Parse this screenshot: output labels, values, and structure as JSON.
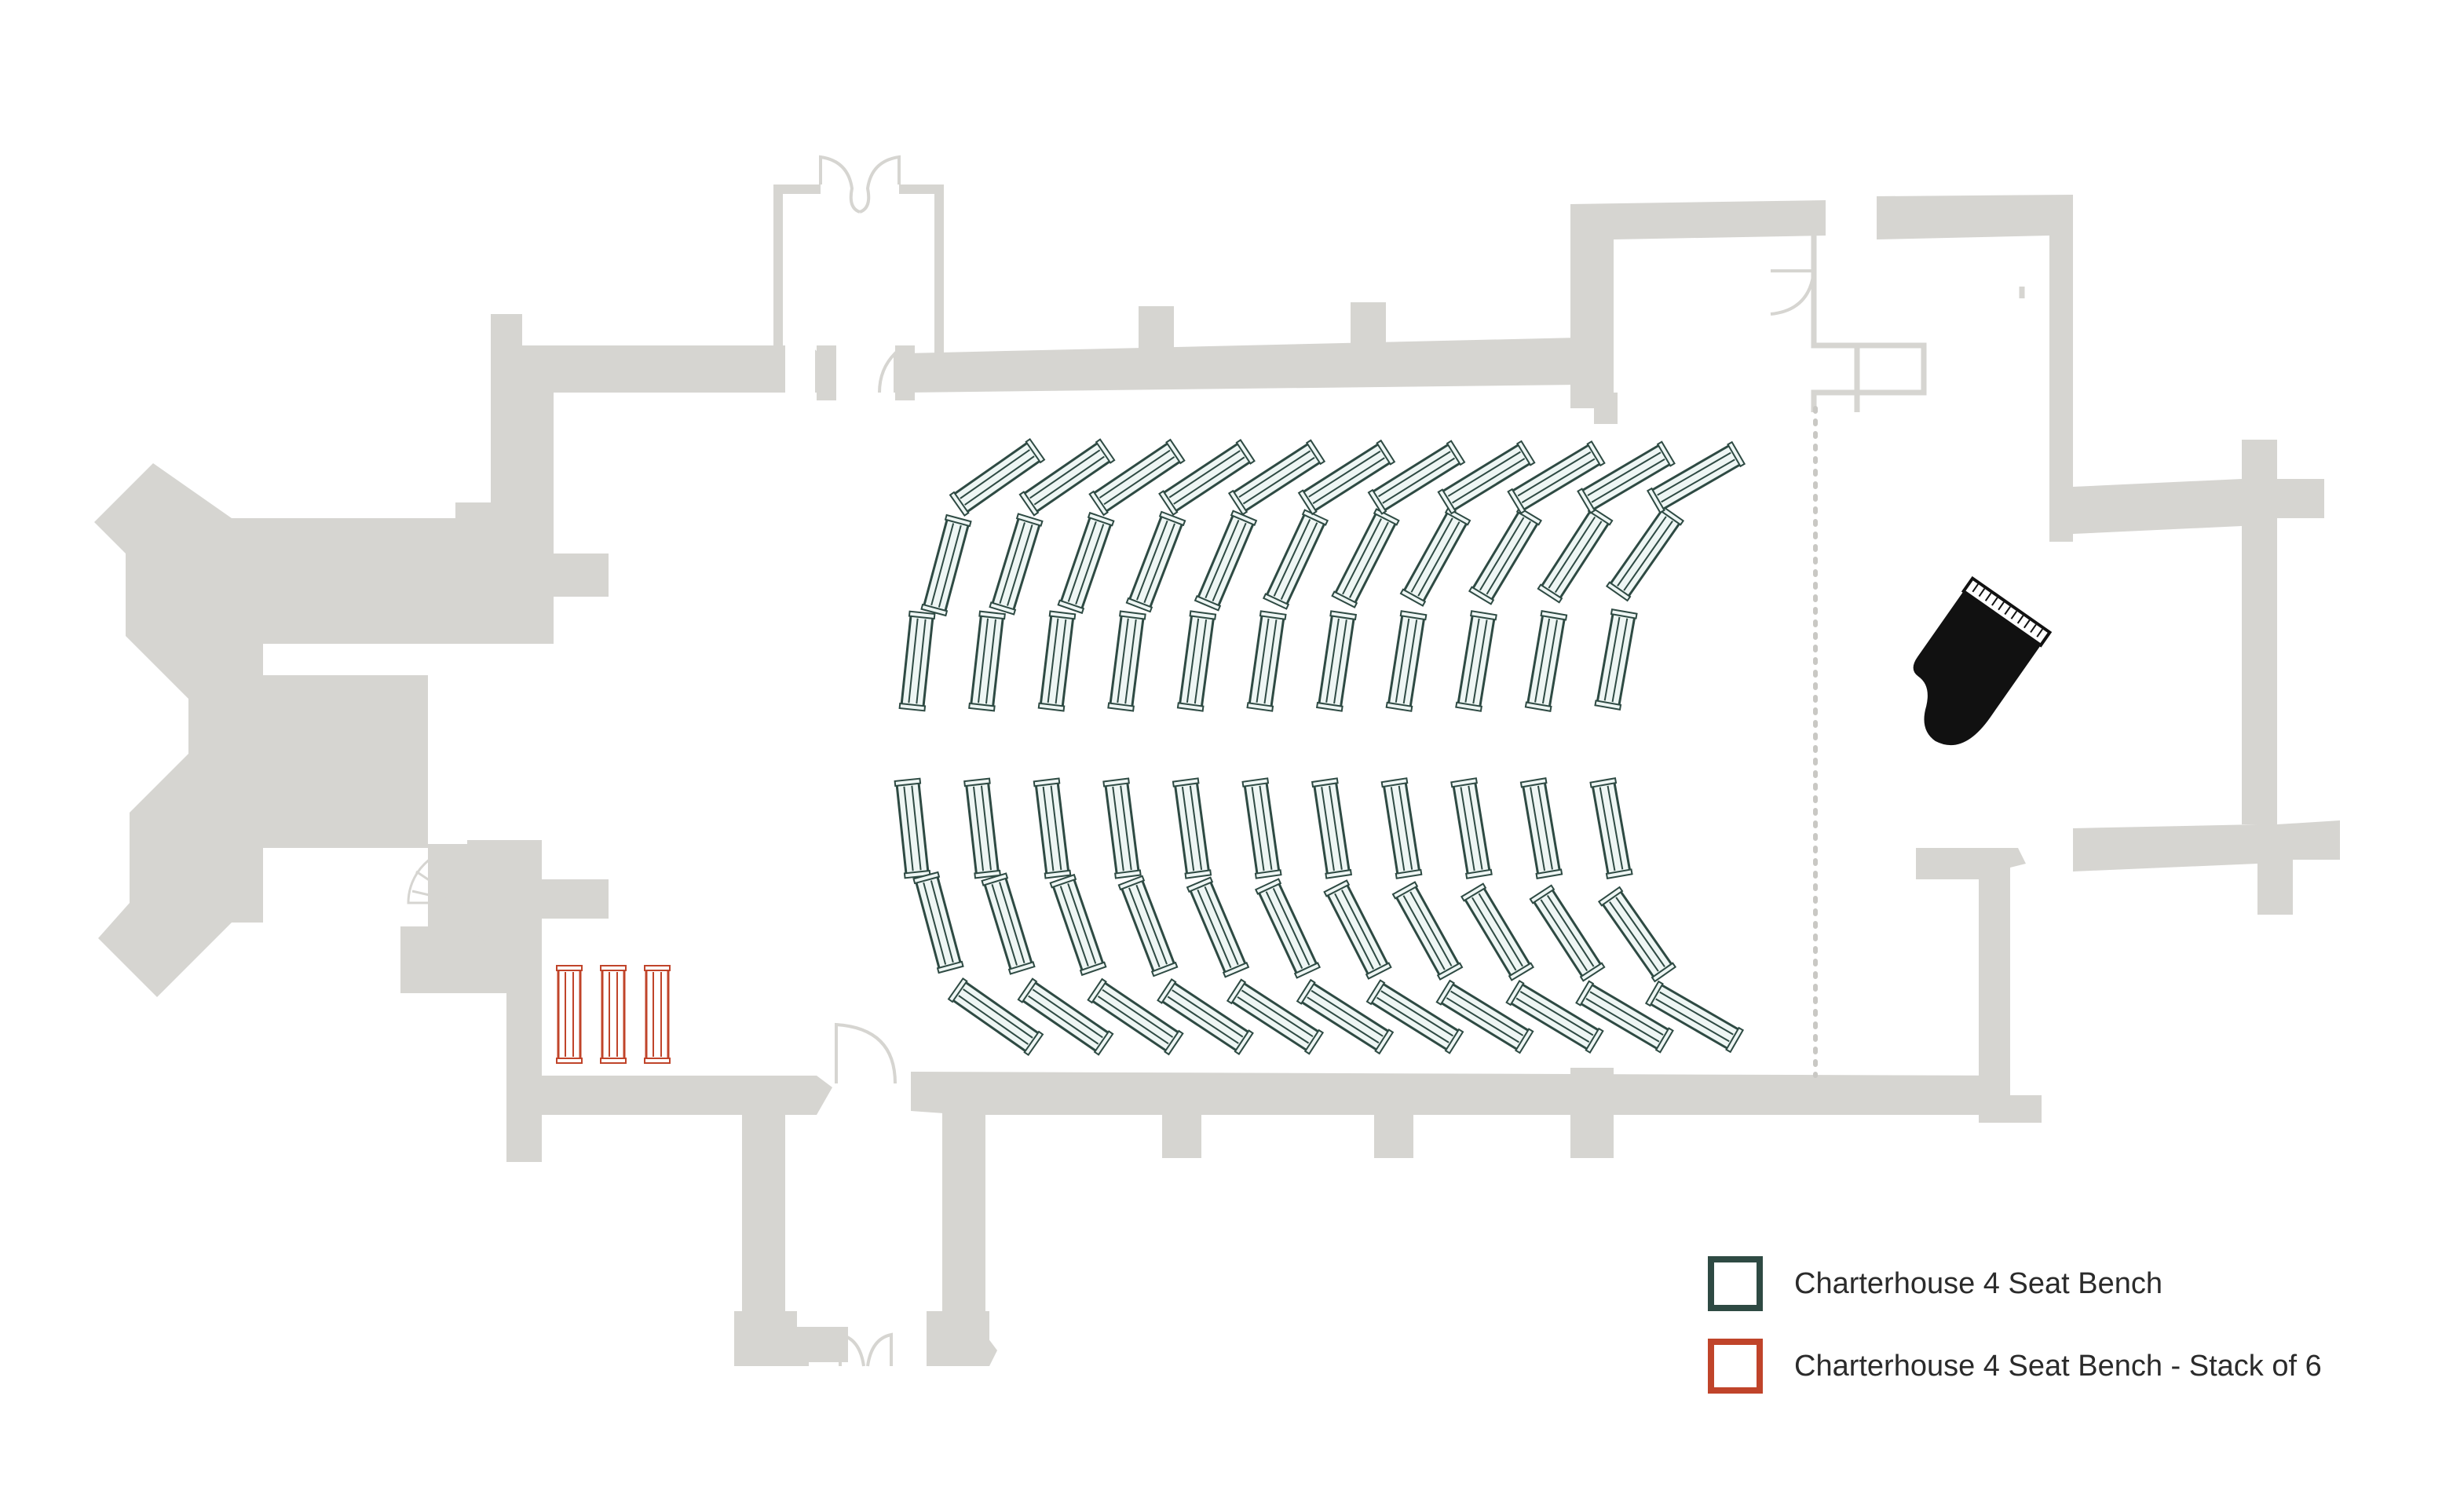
{
  "legend": {
    "items": [
      {
        "label": "Charterhouse 4 Seat Bench",
        "color": "#2e4a43"
      },
      {
        "label": "Charterhouse 4 Seat Bench -  Stack of 6",
        "color": "#c0442a"
      }
    ]
  },
  "colors": {
    "wall": "#d6d5d1",
    "bench_stroke": "#2e4a43",
    "bench_fill": "#eef6f4",
    "stack_stroke": "#c0442a",
    "piano": "#111111"
  },
  "layout": {
    "bench_rows_per_block": 3,
    "benches_per_row": 11,
    "seating_blocks": 2,
    "stacked_benches": 3
  },
  "icons": [
    "grand-piano-icon",
    "door-swing-icon",
    "spiral-stair-icon"
  ]
}
